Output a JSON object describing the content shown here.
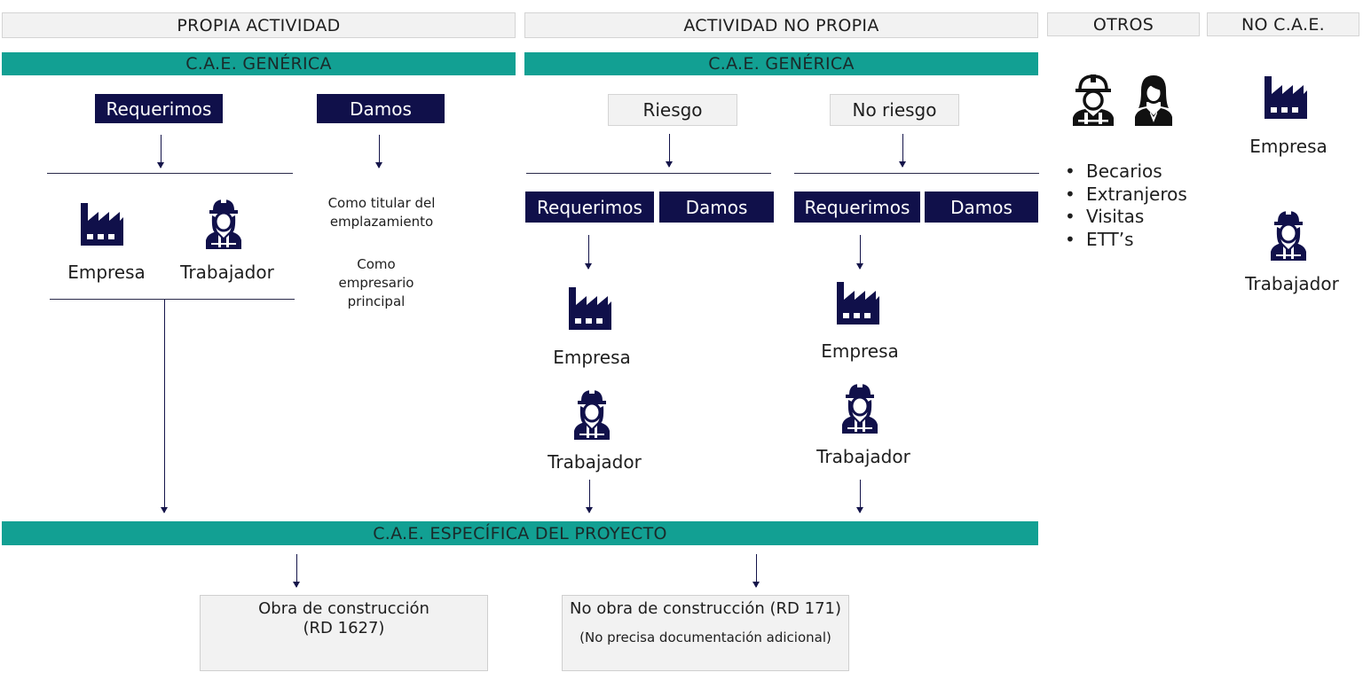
{
  "headers": {
    "propia": "PROPIA ACTIVIDAD",
    "no_propia": "ACTIVIDAD NO PROPIA",
    "otros": "OTROS",
    "no_cae": "NO C.A.E."
  },
  "bands": {
    "generica_left": "C.A.E. GENÉRICA",
    "generica_right": "C.A.E. GENÉRICA",
    "especifica": "C.A.E. ESPECÍFICA DEL PROYECTO"
  },
  "propia": {
    "requerimos": "Requerimos",
    "damos": "Damos",
    "empresa": "Empresa",
    "trabajador": "Trabajador",
    "damos_note_1": "Como titular del emplazamiento",
    "damos_note_2": "Como empresario principal"
  },
  "no_propia": {
    "riesgo": "Riesgo",
    "no_riesgo": "No riesgo",
    "riesgo_requerimos": "Requerimos",
    "riesgo_damos": "Damos",
    "no_riesgo_requerimos": "Requerimos",
    "no_riesgo_damos": "Damos",
    "riesgo_empresa": "Empresa",
    "riesgo_trabajador": "Trabajador",
    "no_riesgo_empresa": "Empresa",
    "no_riesgo_trabajador": "Trabajador"
  },
  "otros": {
    "items": [
      "Becarios",
      "Extranjeros",
      "Visitas",
      "ETT’s"
    ]
  },
  "no_cae": {
    "empresa": "Empresa",
    "trabajador": "Trabajador"
  },
  "outcomes": {
    "obra_line1": "Obra de construcción",
    "obra_line2": "(RD 1627)",
    "no_obra_line1": "No obra de construcción (RD 171)",
    "no_obra_line2": "(No precisa documentación adicional)"
  },
  "icons": {
    "company": "factory-icon",
    "worker": "female-worker-helmet-icon",
    "male_worker": "male-worker-helmet-icon",
    "business_woman": "businesswoman-icon"
  },
  "colors": {
    "navy": "#10104a",
    "teal": "#12a093",
    "grey_box": "#f2f2f2",
    "grey_border": "#d4d4d4"
  }
}
